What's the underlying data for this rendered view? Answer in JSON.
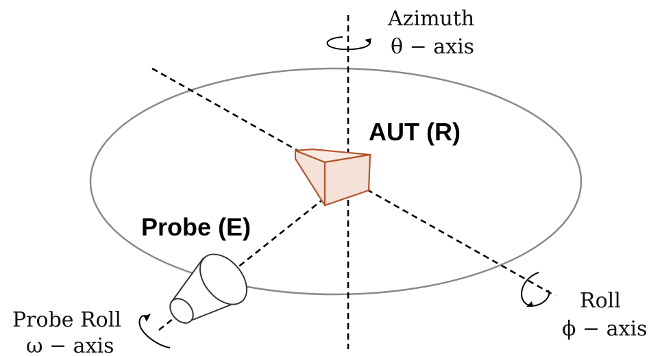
{
  "labels": {
    "azimuth_title": "Azimuth",
    "azimuth_axis": "θ − axis",
    "aut": "AUT (R)",
    "probe": "Probe (E)",
    "probe_roll_title": "Probe Roll",
    "probe_roll_axis": "ω − axis",
    "roll_title": "Roll",
    "roll_axis": "ϕ − axis"
  },
  "colors": {
    "aut_stroke": "#b5542c",
    "aut_fill": "#f4e1d8",
    "orbit": "#8a8a8a"
  },
  "icons": {
    "azimuth_rotation": "rotation-arrow-icon",
    "probe_roll_rotation": "rotation-arrow-icon",
    "roll_rotation": "rotation-arrow-icon"
  }
}
